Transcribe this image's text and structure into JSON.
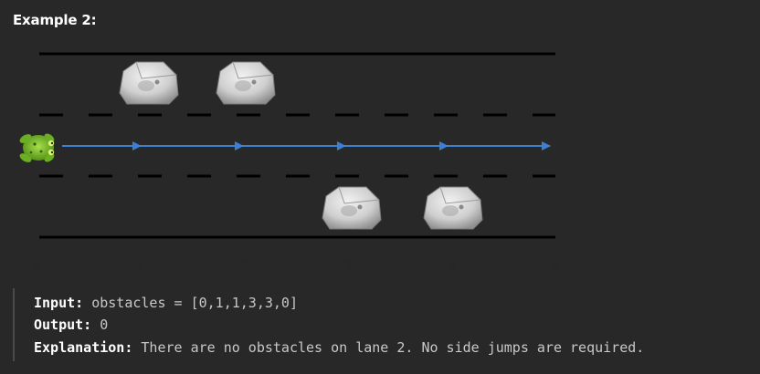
{
  "heading": "Example 2:",
  "figure": {
    "axis_ticks": [
      "0",
      "1",
      "2",
      "3",
      "4",
      "5"
    ],
    "lanes": 3,
    "frog_icon": "frog-icon",
    "obstacle_icon": "rock-icon",
    "obstacles": [
      0,
      1,
      1,
      3,
      3,
      0
    ],
    "path_lane": 2,
    "colors": {
      "background": "#282828",
      "lane_line": "#000000",
      "arrow": "#3d7fd1",
      "frog": "#7ec82a",
      "rock": "#d6d6d6",
      "tick_label": "#262626"
    }
  },
  "example": {
    "input_label": "Input:",
    "input_value": " obstacles = [0,1,1,3,3,0]",
    "output_label": "Output:",
    "output_value": " 0",
    "explanation_label": "Explanation:",
    "explanation_value": " There are no obstacles on lane 2. No side jumps are required."
  }
}
